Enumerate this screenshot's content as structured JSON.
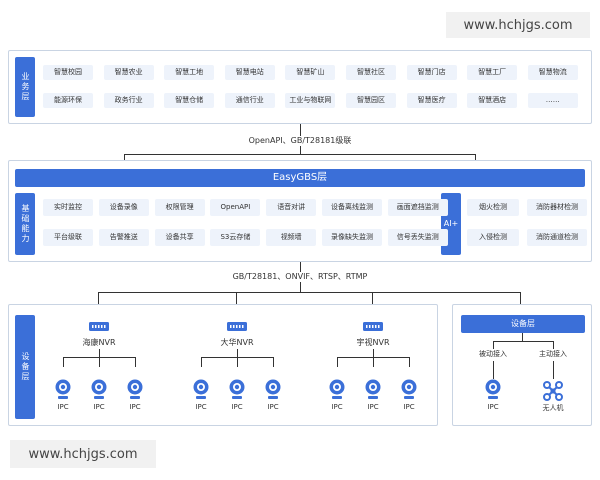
{
  "watermarks": {
    "top": "www.hchjgs.com",
    "bottom": "www.hchjgs.com"
  },
  "business": {
    "label": "业务层",
    "row1": [
      "智慧校园",
      "智慧农业",
      "智慧工地",
      "智慧电站",
      "智慧矿山",
      "智慧社区",
      "智慧门店",
      "智慧工厂",
      "智慧物流"
    ],
    "row2": [
      "能源环保",
      "政务行业",
      "智慧仓储",
      "通信行业",
      "工业与物联网",
      "智慧园区",
      "智慧医疗",
      "智慧酒店",
      "……"
    ]
  },
  "link_top": "OpenAPI、GB/T28181级联",
  "platform": {
    "title": "EasyGBS层",
    "capability_label": "基础能力",
    "row1": [
      "实时监控",
      "设备录像",
      "权限管理",
      "OpenAPI",
      "语音对讲",
      "设备离线监测",
      "画面遮挡监测"
    ],
    "row2": [
      "平台级联",
      "告警推送",
      "设备共享",
      "S3云存储",
      "视频墙",
      "录像缺失监测",
      "信号丢失监测"
    ],
    "ai_label": "AI+",
    "ai_row1": [
      "烟火检测",
      "消防器材检测"
    ],
    "ai_row2": [
      "入侵检测",
      "消防通道检测"
    ]
  },
  "link_mid": "GB/T28181、ONVIF、RTSP、RTMP",
  "device": {
    "label": "设备层",
    "nvrs": [
      "海康NVR",
      "大华NVR",
      "宇视NVR"
    ],
    "camera_label": "IPC",
    "right_title": "设备层",
    "passive": "被动接入",
    "active": "主动接入",
    "ipc": "IPC",
    "drone": "无人机"
  },
  "colors": {
    "accent": "#3b6fd8",
    "chip": "#eef3fb",
    "border": "#c9d4e3"
  }
}
